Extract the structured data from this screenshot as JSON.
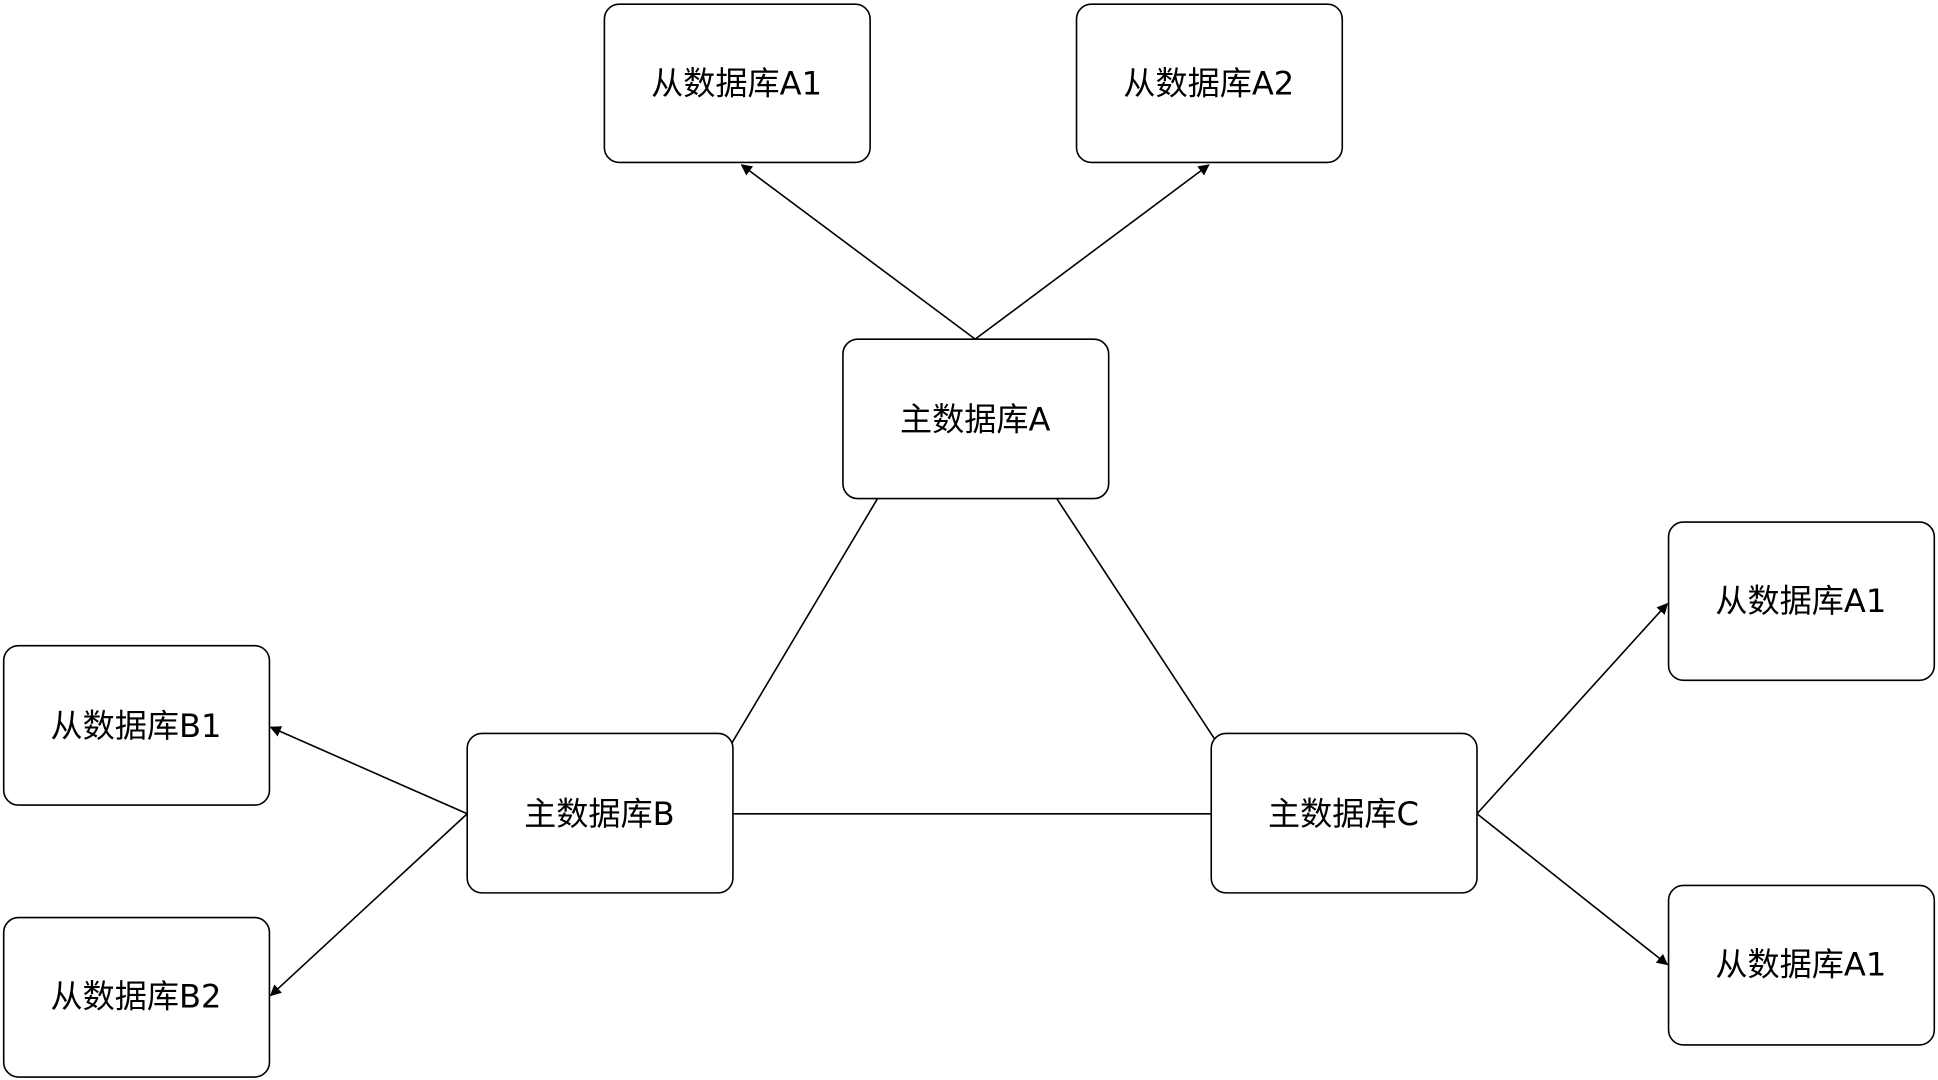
{
  "nodes": {
    "master_a": "主数据库A",
    "master_b": "主数据库B",
    "master_c": "主数据库C",
    "slave_a1": "从数据库A1",
    "slave_a2": "从数据库A2",
    "slave_b1": "从数据库B1",
    "slave_b2": "从数据库B2",
    "slave_c1": "从数据库A1",
    "slave_c2": "从数据库A1"
  },
  "colors": {
    "stroke": "#000000",
    "fill": "#ffffff"
  }
}
